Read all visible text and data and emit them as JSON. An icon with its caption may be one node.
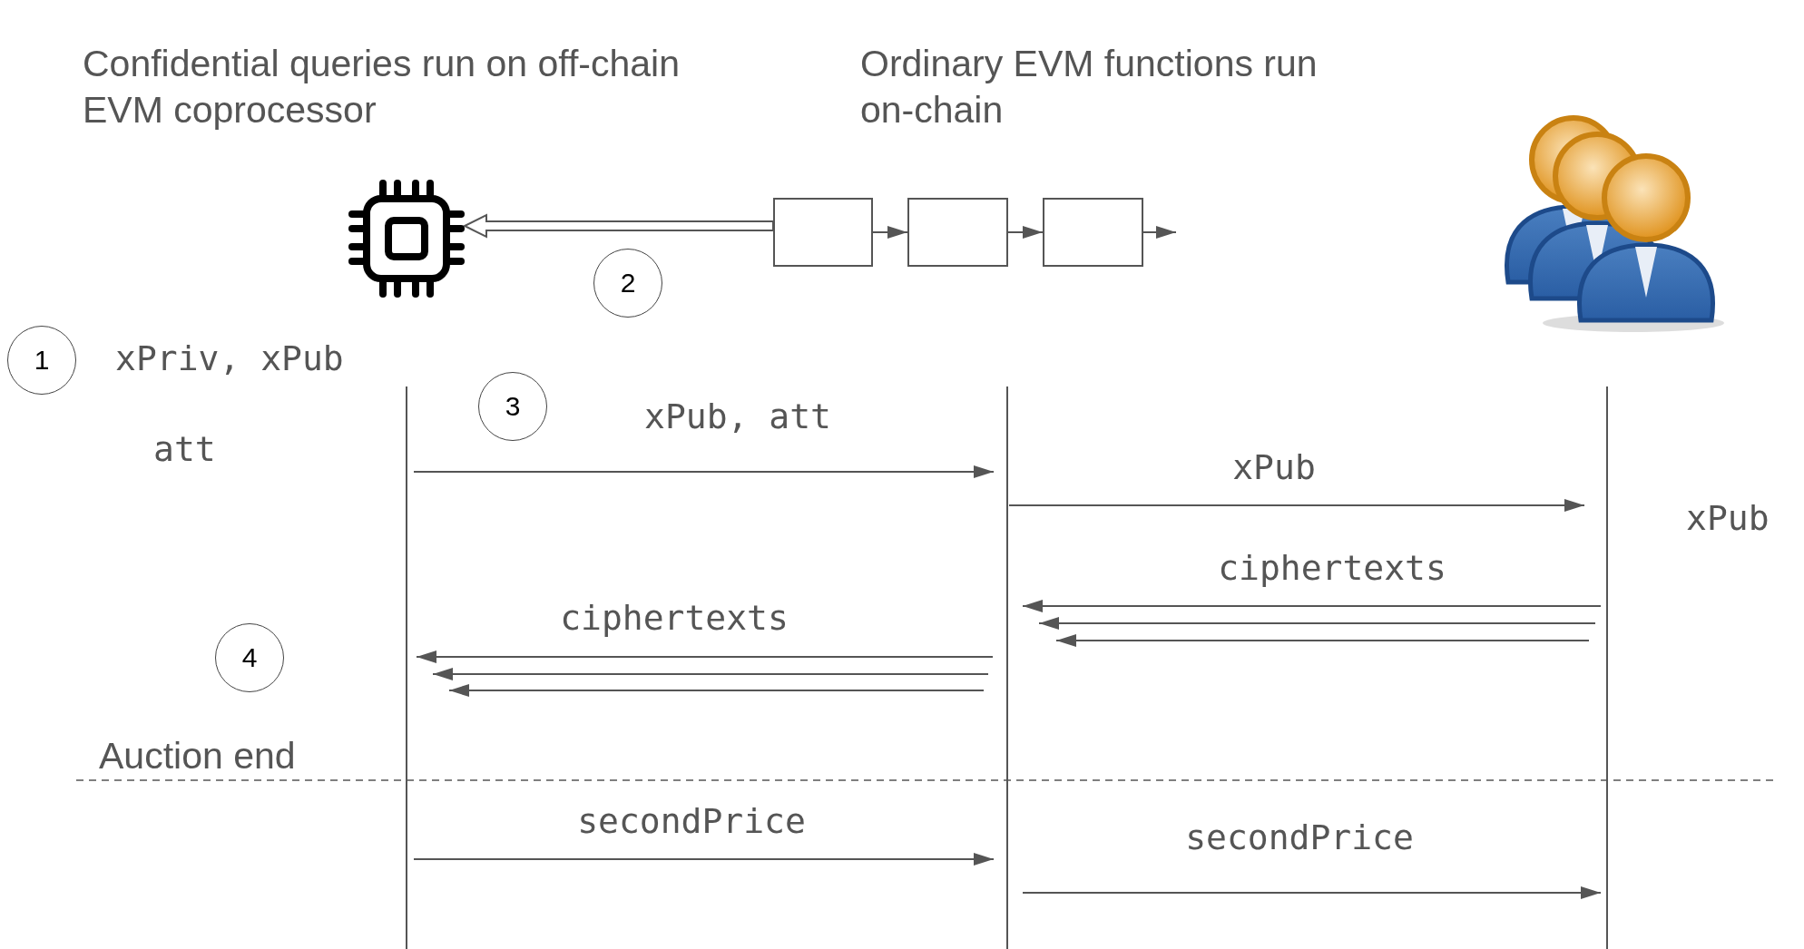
{
  "diagram": {
    "nodes": [
      {
        "text": [],
        "shape": "picture"
      },
      {
        "text": [],
        "shape": "box"
      },
      {
        "text": [],
        "shape": "box"
      },
      {
        "text": [],
        "shape": "box"
      },
      {
        "text": [],
        "shape": "person"
      },
      {
        "text": [],
        "shape": "bar"
      },
      {
        "text": [],
        "shape": "bar"
      },
      {
        "text": [],
        "shape": "bar"
      },
      {
        "text": [
          "1"
        ]
      },
      {
        "text": [
          "2"
        ]
      },
      {
        "text": [
          "3"
        ]
      },
      {
        "text": [
          "4"
        ]
      }
    ],
    "edges": [
      {
        "from": 1,
        "to": 2,
        "arrow": "to"
      },
      {
        "from": 2,
        "to": 3,
        "arrow": "to"
      },
      {
        "from": 3,
        "to": null,
        "arrow": "to"
      },
      {
        "from": 1,
        "to": 0,
        "arrow": "to",
        "style": "thick"
      },
      {
        "from": 5,
        "to": 6,
        "arrow": "to",
        "label": "xPub, att"
      },
      {
        "from": 6,
        "to": 7,
        "arrow": "to",
        "label": "xPub"
      },
      {
        "from": 7,
        "to": 6,
        "arrow": "to",
        "label": "ciphertexts"
      },
      {
        "from": 7,
        "to": 6,
        "arrow": "to"
      },
      {
        "from": 7,
        "to": 6,
        "arrow": "to"
      },
      {
        "from": 6,
        "to": 5,
        "arrow": "to",
        "label": "ciphertexts"
      },
      {
        "from": 6,
        "to": 5,
        "arrow": "to"
      },
      {
        "from": 6,
        "to": 5,
        "arrow": "to"
      },
      {
        "from": 5,
        "to": 6,
        "arrow": "to",
        "label": "secondPrice"
      },
      {
        "from": 6,
        "to": 7,
        "arrow": "to",
        "label": "secondPrice"
      }
    ],
    "labels": [
      "Confidential queries run on off-chain EVM coprocessor",
      "Ordinary EVM functions run on-chain",
      "xPriv, xPub",
      "att",
      "xPub",
      "Auction end"
    ]
  }
}
